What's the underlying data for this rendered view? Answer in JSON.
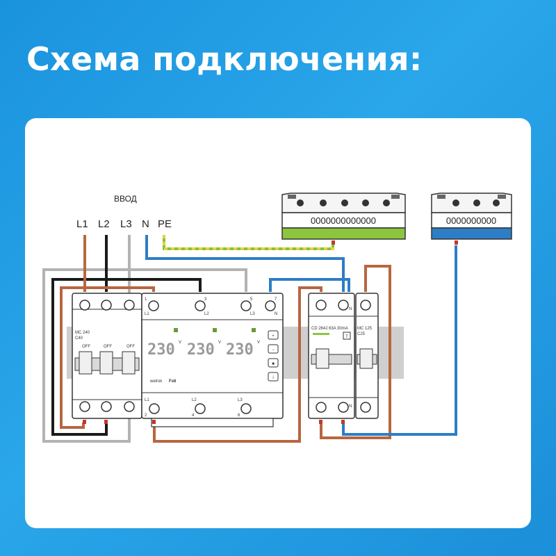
{
  "header": {
    "title": "Схема подключения:"
  },
  "inputs": {
    "heading": "ВВОД",
    "lines": [
      {
        "label": "L1",
        "color": "#8a4a2a"
      },
      {
        "label": "L2",
        "color": "#111111"
      },
      {
        "label": "L3",
        "color": "#b5b5b5"
      },
      {
        "label": "N",
        "color": "#2f7fc8"
      },
      {
        "label": "PE",
        "color": "#c8d53a"
      }
    ]
  },
  "colors": {
    "brown_wire": "#b8663f",
    "black_wire": "#1a1a1a",
    "grey_wire": "#b0b0b0",
    "blue_wire": "#2d7ec6",
    "pe_green": "#86c33a",
    "pe_yellow": "#e7d23a",
    "din_rail": "#c9c9c9"
  },
  "breaker_3p": {
    "model": "MC 240",
    "rating": "C40",
    "poles": [
      {
        "state": "OFF"
      },
      {
        "state": "OFF"
      },
      {
        "state": "OFF"
      }
    ]
  },
  "voltage_relay": {
    "brand": "welrok",
    "model": "Fs6",
    "readings": [
      {
        "value": "230",
        "unit": "V"
      },
      {
        "value": "230",
        "unit": "V"
      },
      {
        "value": "230",
        "unit": "V"
      }
    ],
    "top_terminals": [
      {
        "num": "1",
        "phase": "L1"
      },
      {
        "num": "3",
        "phase": "L2"
      },
      {
        "num": "5",
        "phase": "L3"
      },
      {
        "num": "7",
        "phase": "N"
      }
    ],
    "bottom_terminals": [
      {
        "num": "2",
        "phase": "L1"
      },
      {
        "num": "4",
        "phase": "L2"
      },
      {
        "num": "6",
        "phase": "L3"
      }
    ],
    "buttons": [
      "+",
      "−",
      "■",
      "i"
    ]
  },
  "rcd": {
    "label": "CD 264J 63A 30mA",
    "test": "T",
    "top_n": "N",
    "bottom_n": "N"
  },
  "breaker_1p": {
    "model": "MC 125",
    "rating": "C25"
  },
  "pe_bus": {
    "holes": "0000000000000"
  },
  "n_bus": {
    "holes": "0000000000"
  }
}
